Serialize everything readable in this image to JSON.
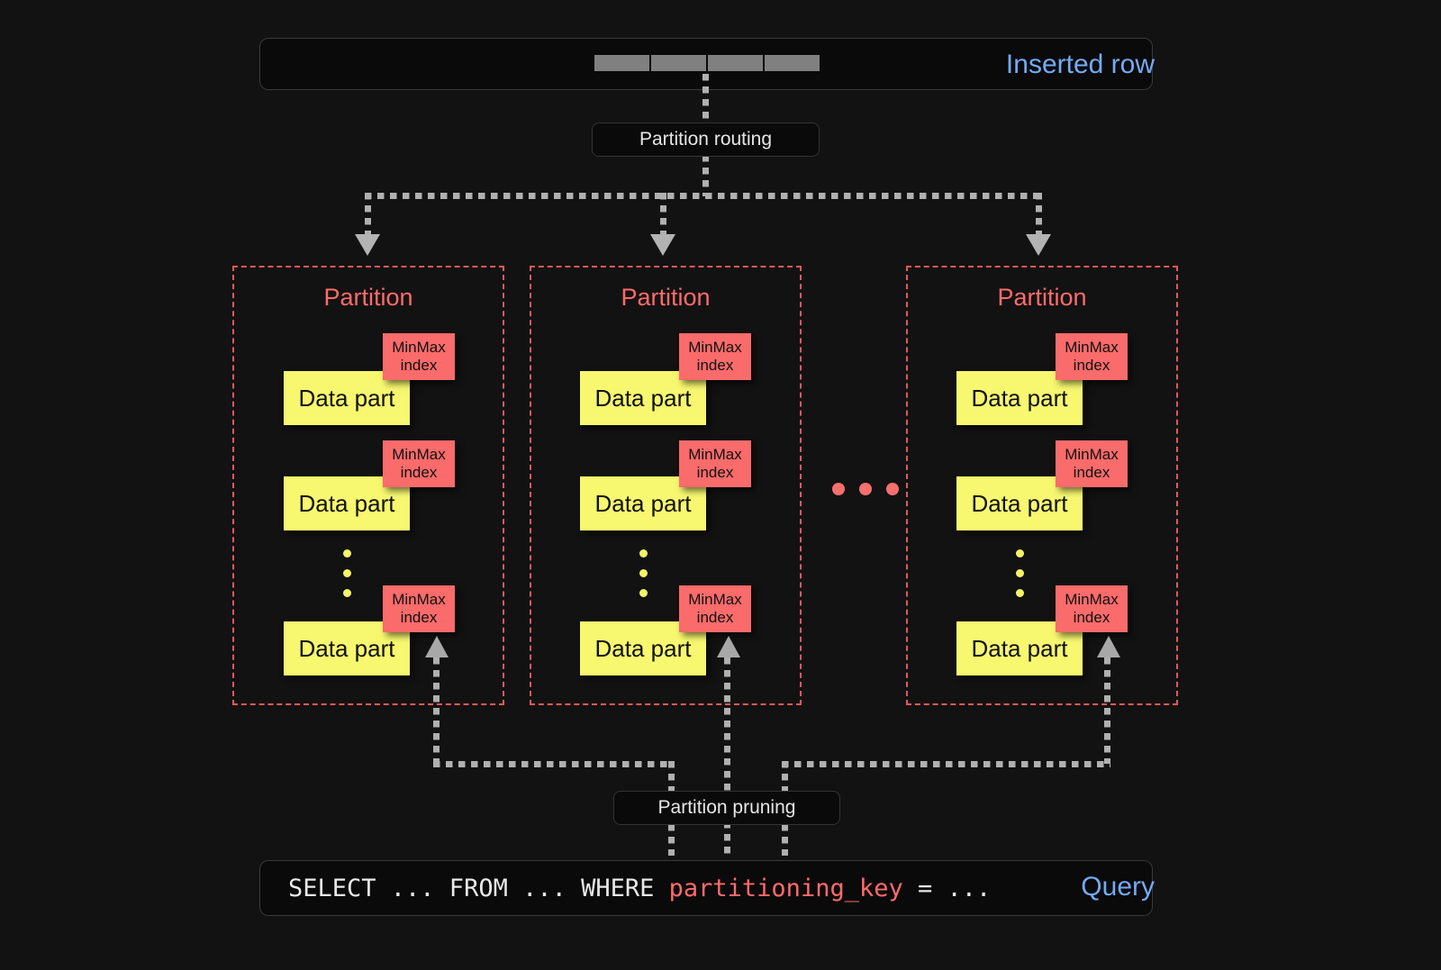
{
  "diagram": {
    "title": "ClickHouse partitioning: insert routing and query pruning",
    "background_color": "#121212",
    "accent_blue": "#74aaf4",
    "accent_red": "#ff6b6b",
    "datapart_yellow": "#f7f770",
    "minmax_red": "#fa6b6b",
    "connector_gray": "#b0b0b0"
  },
  "inserted_row": {
    "label": "Inserted row",
    "cell_count": 4,
    "cell_color": "#808080"
  },
  "routing": {
    "label": "Partition routing",
    "fan_out_count": 3
  },
  "partitions": [
    {
      "title": "Partition",
      "parts": [
        {
          "label": "Data part",
          "index_label_line1": "MinMax",
          "index_label_line2": "index"
        },
        {
          "label": "Data part",
          "index_label_line1": "MinMax",
          "index_label_line2": "index"
        },
        {
          "label": "Data part",
          "index_label_line1": "MinMax",
          "index_label_line2": "index"
        }
      ],
      "ellipsis_dots": 3
    },
    {
      "title": "Partition",
      "parts": [
        {
          "label": "Data part",
          "index_label_line1": "MinMax",
          "index_label_line2": "index"
        },
        {
          "label": "Data part",
          "index_label_line1": "MinMax",
          "index_label_line2": "index"
        },
        {
          "label": "Data part",
          "index_label_line1": "MinMax",
          "index_label_line2": "index"
        }
      ],
      "ellipsis_dots": 3
    },
    {
      "title": "Partition",
      "parts": [
        {
          "label": "Data part",
          "index_label_line1": "MinMax",
          "index_label_line2": "index"
        },
        {
          "label": "Data part",
          "index_label_line1": "MinMax",
          "index_label_line2": "index"
        },
        {
          "label": "Data part",
          "index_label_line1": "MinMax",
          "index_label_line2": "index"
        }
      ],
      "ellipsis_dots": 3
    }
  ],
  "between_partitions_ellipsis": {
    "dot_count": 3,
    "color": "#f8706e"
  },
  "pruning": {
    "label": "Partition pruning",
    "fan_in_count": 3
  },
  "query": {
    "label": "Query",
    "prefix": "SELECT ... FROM ... WHERE ",
    "key": "partitioning_key",
    "suffix": " = ..."
  }
}
